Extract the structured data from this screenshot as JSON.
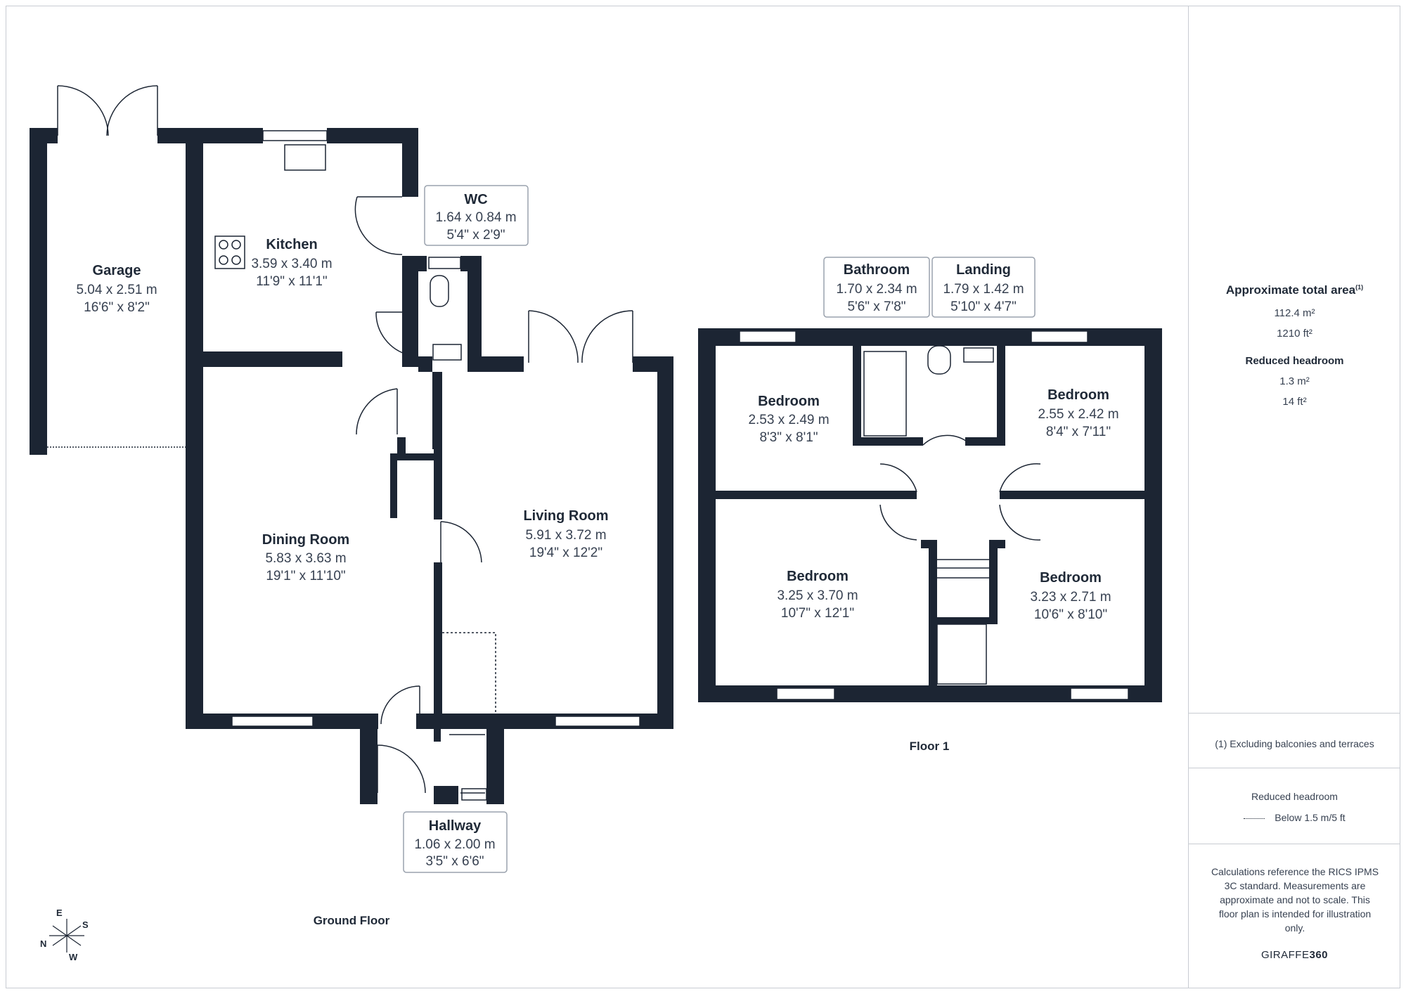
{
  "floors": [
    {
      "label": "Ground Floor"
    },
    {
      "label": "Floor 1"
    }
  ],
  "rooms": {
    "garage": {
      "name": "Garage",
      "metric": "5.04 x 2.51 m",
      "imperial": "16'6\" x 8'2\""
    },
    "kitchen": {
      "name": "Kitchen",
      "metric": "3.59 x 3.40 m",
      "imperial": "11'9\" x 11'1\""
    },
    "wc": {
      "name": "WC",
      "metric": "1.64 x 0.84 m",
      "imperial": "5'4\" x 2'9\""
    },
    "dining": {
      "name": "Dining Room",
      "metric": "5.83 x 3.63 m",
      "imperial": "19'1\" x 11'10\""
    },
    "living": {
      "name": "Living Room",
      "metric": "5.91 x 3.72 m",
      "imperial": "19'4\" x 12'2\""
    },
    "hallway": {
      "name": "Hallway",
      "metric": "1.06 x 2.00 m",
      "imperial": "3'5\" x 6'6\""
    },
    "bathroom": {
      "name": "Bathroom",
      "metric": "1.70 x 2.34 m",
      "imperial": "5'6\" x 7'8\""
    },
    "landing": {
      "name": "Landing",
      "metric": "1.79 x 1.42 m",
      "imperial": "5'10\" x 4'7\""
    },
    "bed1": {
      "name": "Bedroom",
      "metric": "2.53 x 2.49 m",
      "imperial": "8'3\" x 8'1\""
    },
    "bed2": {
      "name": "Bedroom",
      "metric": "2.55 x 2.42 m",
      "imperial": "8'4\" x 7'11\""
    },
    "bed3": {
      "name": "Bedroom",
      "metric": "3.25 x 3.70 m",
      "imperial": "10'7\" x 12'1\""
    },
    "bed4": {
      "name": "Bedroom",
      "metric": "3.23 x 2.71 m",
      "imperial": "10'6\" x 8'10\""
    }
  },
  "compass": {
    "n": "N",
    "e": "E",
    "s": "S",
    "w": "W"
  },
  "sidebar": {
    "total_area_title": "Approximate total area",
    "total_area_note_marker": "(1)",
    "total_area_m2": "112.4 m²",
    "total_area_ft2": "1210 ft²",
    "reduced_headroom_title": "Reduced headroom",
    "reduced_headroom_m2": "1.3 m²",
    "reduced_headroom_ft2": "14 ft²",
    "footnote": "(1) Excluding balconies and terraces",
    "legend_title": "Reduced headroom",
    "legend_item": "Below 1.5 m/5 ft",
    "disclaimer": "Calculations reference the RICS IPMS 3C standard. Measurements are approximate and not to scale. This floor plan is intended for illustration only.",
    "brand_prefix": "GIRAFFE",
    "brand_suffix": "360"
  },
  "colors": {
    "wall": "#1c2533",
    "text": "#1f2937",
    "line": "#c8ccd2"
  }
}
